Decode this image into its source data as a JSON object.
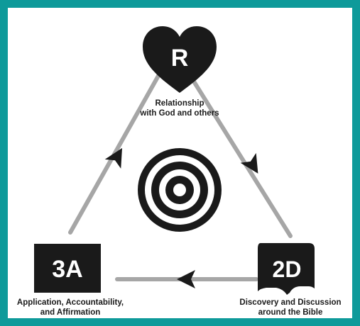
{
  "nodes": {
    "relationship": {
      "letter": "R",
      "line1": "Relationship",
      "line2": "with God and others"
    },
    "application": {
      "letter": "3A",
      "line1": "Application, Accountability,",
      "line2": "and Affirmation"
    },
    "discovery": {
      "letter": "2D",
      "line1": "Discovery and Discussion",
      "line2": "around the Bible"
    }
  },
  "icons": {
    "top": "heart-icon",
    "left": "square-icon",
    "right": "open-book-icon",
    "center": "target-icon"
  },
  "colors": {
    "frame_border": "#0e9a9a",
    "background": "#ffffff",
    "ink": "#1a1a1a",
    "cycle_line": "#a6a6a6"
  }
}
